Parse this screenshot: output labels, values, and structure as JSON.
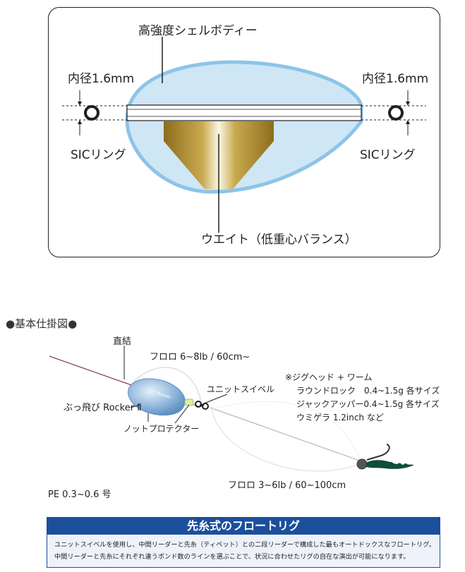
{
  "top": {
    "shell_label": "高強度シェルボディー",
    "inner_dia_left": "内径1.6mm",
    "inner_dia_right": "内径1.6mm",
    "sic_left": "SICリング",
    "sic_right": "SICリング",
    "weight_label": "ウエイト（低重心バランス）"
  },
  "section": {
    "title": "●基本仕掛図●"
  },
  "rig": {
    "direct": "直結",
    "leader_upper": "フロロ 6~8lb / 60cm~",
    "swivel": "ユニットスイベル",
    "float": "ぶっ飛び Rocker Ⅱ",
    "knot_protector": "ノットプロテクター",
    "jig_note": "※ジグヘッド + ワーム",
    "jig_line1": "ラウンドロック　0.4~1.5g 各サイズ",
    "jig_line2": "ジャックアッパー0.4~1.5g 各サイズ",
    "jig_line3": "ウミゲラ 1.2inch など",
    "leader_lower": "フロロ 3~6lb / 60~100cm",
    "pe": "PE 0.3~0.6 号"
  },
  "banner": {
    "title": "先糸式のフロートリグ",
    "line1": "ユニットスイベルを使用し、中間リーダーと先糸（ティペット）との二段リーダーで構成した最もオートドックスなフロートリグ。",
    "line2": "中間リーダーと先糸にそれぞれ違うポンド数のラインを選ぶことで、状況に合わせたリグの自在な演出が可能になります。"
  },
  "colors": {
    "shell_fill": "#cfe6f5",
    "shell_edge": "#8cc4e8",
    "weight_gold": "#a8872a",
    "banner_blue": "#1c4f9c",
    "main_line": "#8b3a4a",
    "leader_line": "#9a9a9a"
  }
}
